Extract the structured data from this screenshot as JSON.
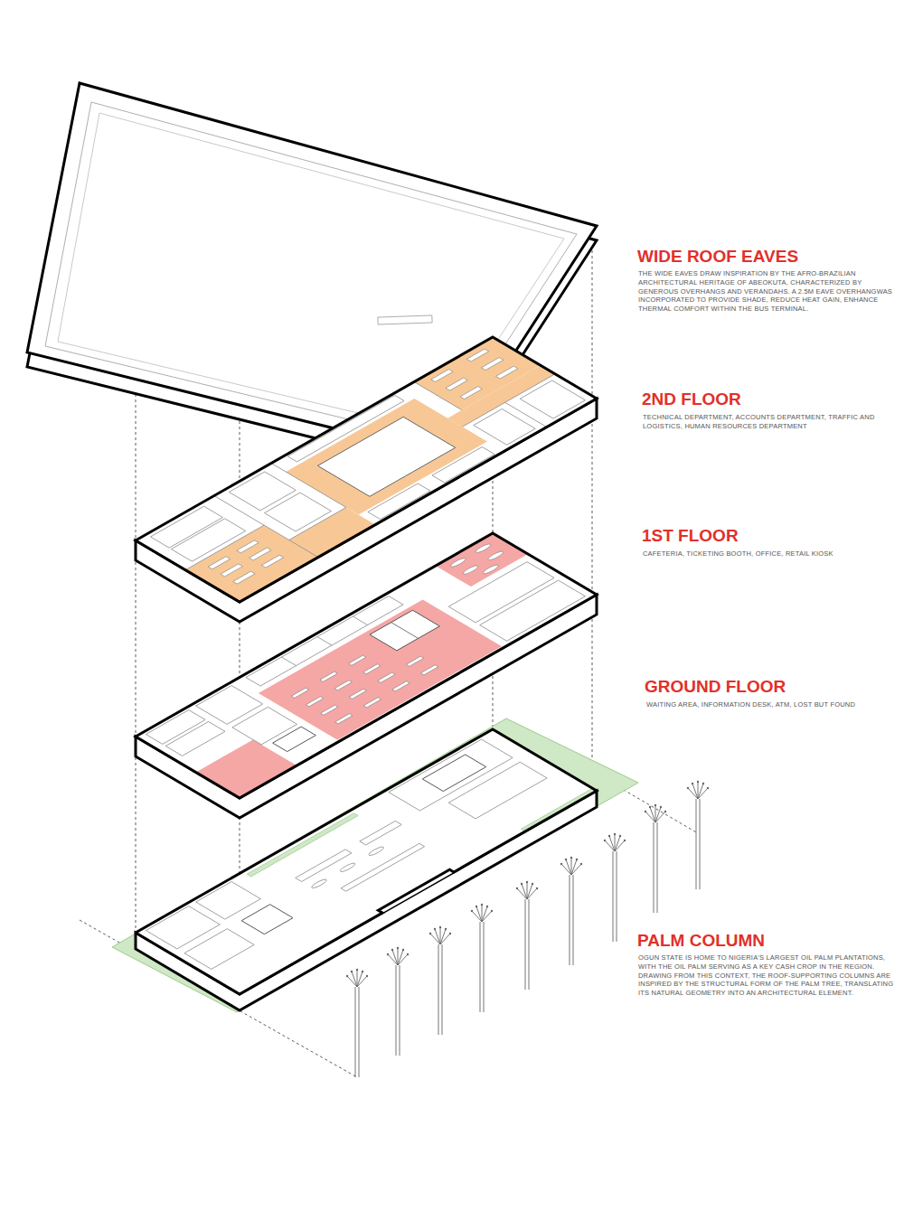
{
  "diagram": {
    "labels": [
      "WIDE ROOF EAVES",
      "THE WIDE EAVES DRAW INSPIRATION BY THE AFRO-BRAZILIAN ARCHITECTURAL HERITAGE OF ABEOKUTA, CHARACTERIZED BY GENEROUS OVERHANGS AND VERANDAHS. A 2.5M EAVE OVERHANGWAS INCORPORATED TO PROVIDE SHADE, REDUCE HEAT GAIN, ENHANCE THERMAL COMFORT WITHIN THE BUS TERMINAL.",
      "2ND FLOOR",
      "TECHNICAL DEPARTMENT, ACCOUNTS DEPARTMENT, TRAFFIC AND LOGISTICS, HUMAN RESOURCES DEPARTMENT",
      "1ST FLOOR",
      "CAFETERIA, TICKETING BOOTH, OFFICE, RETAIL KIOSK",
      "GROUND FLOOR",
      "WAITING AREA, INFORMATION DESK, ATM, LOST BUT FOUND",
      "PALM COLUMN",
      "OGUN STATE IS HOME TO NIGERIA'S LARGEST OIL PALM PLANTATIONS, WITH THE OIL PALM SERVING AS A KEY CASH CROP IN THE REGION. DRAWING FROM THIS CONTEXT, THE ROOF-SUPPORTING COLUMNS ARE INSPIRED BY THE STRUCTURAL FORM OF THE PALM TREE, TRANSLATING ITS NATURAL GEOMETRY INTO AN ARCHITECTURAL ELEMENT."
    ]
  }
}
